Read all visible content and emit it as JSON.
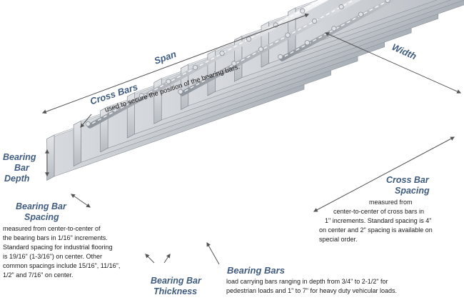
{
  "labels": {
    "span": "Span",
    "width": "Width",
    "cross_bars": {
      "title": "Cross Bars",
      "desc": "used to secure the position of the bearing bars."
    },
    "bearing_bar_depth": [
      "Bearing",
      "Bar",
      "Depth"
    ],
    "bearing_bar_spacing": {
      "title": [
        "Bearing Bar",
        "Spacing"
      ],
      "desc": [
        "measured from center-to-center of",
        "the bearing bars in 1/16\" increments.",
        "Standard spacing for industrial flooring",
        "is 19/16\" (1-3/16\") on center.  Other",
        "common spacings include 15/16\", 11/16\",",
        "1/2\" and 7/16\" on center."
      ]
    },
    "cross_bar_spacing": {
      "title": [
        "Cross Bar",
        "Spacing"
      ],
      "desc": [
        "measured from",
        "center-to-center of cross bars in",
        "1\" increments. Standard spacing is 4\"",
        "on center and 2\" spacing is available on",
        "special order."
      ]
    },
    "bearing_bar_thickness": [
      "Bearing Bar",
      "Thickness"
    ],
    "bearing_bars": {
      "title": "Bearing Bars",
      "desc": [
        "load carrying bars ranging in depth from 3/4\" to 2-1/2\" for",
        "pedestrian loads and 1\" to 7\" for heavy duty vehicular loads."
      ]
    }
  },
  "colors": {
    "label_blue": "#3f5c80",
    "text": "#1a1a1a",
    "arrow": "#555555"
  }
}
